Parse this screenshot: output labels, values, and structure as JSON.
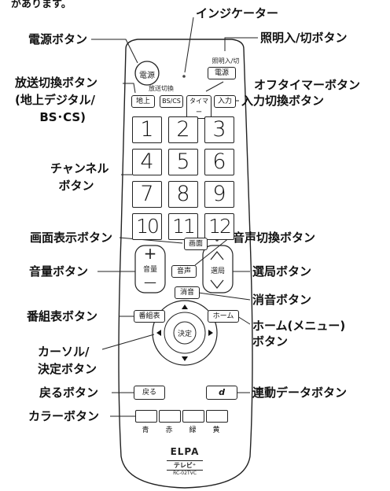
{
  "caption_fragment": "があります。",
  "labels": {
    "indicator": "インジケーター",
    "power": "電源ボタン",
    "light": "照明入/切ボタン",
    "broadcast": "放送切換ボタン\n(地上デジタル/\n      BS･CS)",
    "offtimer": "オフタイマーボタン",
    "input": "入力切換ボタン",
    "channel": "チャンネル\n  ボタン",
    "display": "画面表示ボタン",
    "audio": "音声切換ボタン",
    "volume": "音量ボタン",
    "tuning": "選局ボタン",
    "mute": "消音ボタン",
    "epg": "番組表ボタン",
    "home": "ホーム(メニュー)\nボタン",
    "cursor": "カーソル/\n決定ボタン",
    "back": "戻るボタン",
    "data": "連動データボタン",
    "color": "カラーボタン"
  },
  "remote": {
    "power_btn": "電源",
    "light_caption": "照明入/切",
    "light_btn": "電源",
    "broadcast_caption": "放送切換",
    "terrestrial": "地上",
    "bscs": "BS/CS",
    "timer": "タイマー",
    "input": "入力",
    "numbers": [
      "1",
      "2",
      "3",
      "4",
      "5",
      "6",
      "7",
      "8",
      "9",
      "10",
      "11",
      "12"
    ],
    "display_btn": "画面",
    "audio_btn": "音声",
    "mute_btn": "消音",
    "volume_plus": "+",
    "volume_text": "音量",
    "volume_minus": "—",
    "tuning_text": "選局",
    "epg_btn": "番組表",
    "home_btn": "ホーム",
    "enter_btn": "決定",
    "back_btn": "戻る",
    "data_btn": "d",
    "colors": [
      "青",
      "赤",
      "緑",
      "黄"
    ],
    "brand": "ELPA",
    "product": "テレビ⁺",
    "model": "RC-02TVC"
  }
}
